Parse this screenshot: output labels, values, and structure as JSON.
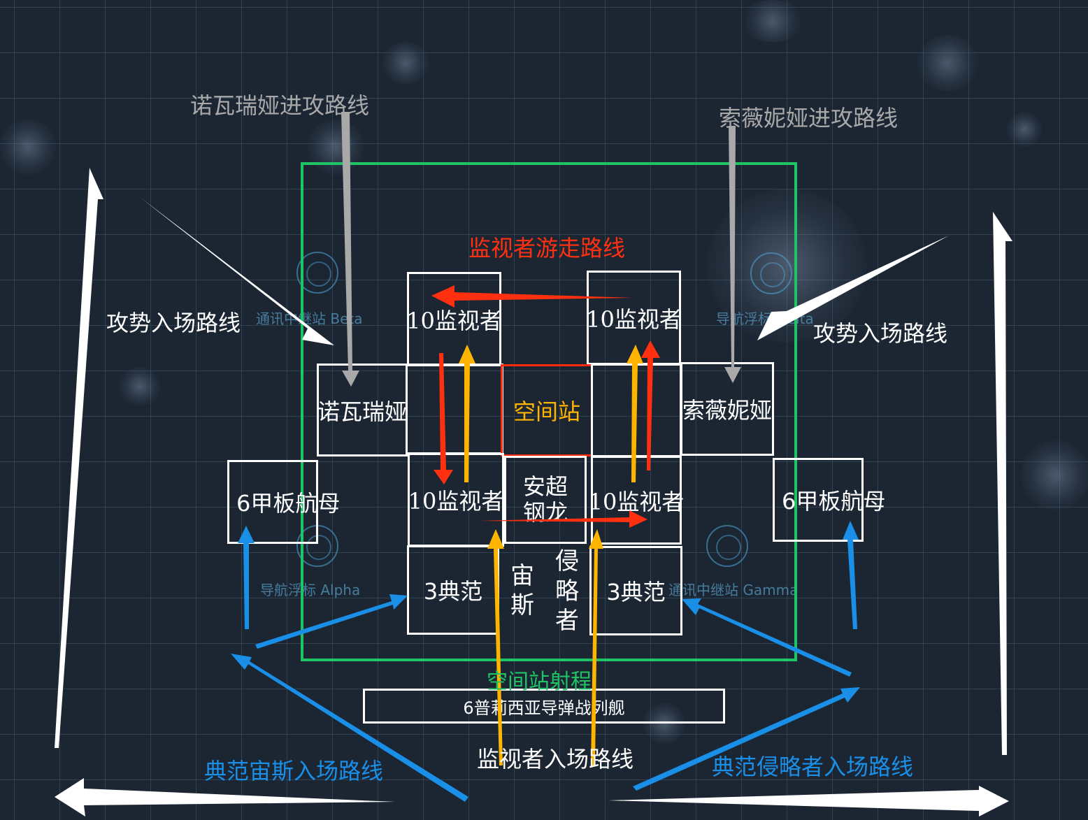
{
  "labels": {
    "novarya_attack_route": "诺瓦瑞娅进攻路线",
    "sovinia_attack_route": "索薇妮娅进攻路线",
    "overseer_patrol_route": "监视者游走路线",
    "offensive_entry_left": "攻势入场路线",
    "offensive_entry_right": "攻势入场路线",
    "station_range": "空间站射程",
    "zeus_entry_route": "典范宙斯入场路线",
    "overseer_entry_route": "监视者入场路线",
    "invader_entry_route": "典范侵略者入场路线"
  },
  "units": {
    "overseer_top_left": "10监视者",
    "overseer_top_right": "10监视者",
    "novarya": "诺瓦瑞娅",
    "space_station": "空间站",
    "sovinia": "索薇妮娅",
    "carrier_left": "6甲板航母",
    "overseer_mid_left": "10监视者",
    "anchao_line1": "安超",
    "anchao_line2": "钢龙",
    "overseer_mid_right": "10监视者",
    "carrier_right": "6甲板航母",
    "paragon_left": "3典范",
    "zeus_line1": "宙",
    "zeus_line2": "斯",
    "invader_line1": "侵",
    "invader_line2": "略",
    "invader_line3": "者",
    "paragon_right": "3典范",
    "prisia_cruisers": "6普莉西亚导弹战列舰"
  },
  "map_beacons": {
    "beta": "通讯中继站 Beta",
    "delta": "导航浮标 Delta",
    "alpha": "导航浮标 Alpha",
    "gamma": "通讯中继站 Gamma"
  },
  "colors": {
    "background": "#1c2633",
    "range_box": "#1fc466",
    "overseer_patrol": "#ff3010",
    "overseer_entry": "#ffb400",
    "paragon_entry": "#1a8fe8",
    "attack_route": "#a9a9a9",
    "offensive_entry": "#ffffff"
  }
}
